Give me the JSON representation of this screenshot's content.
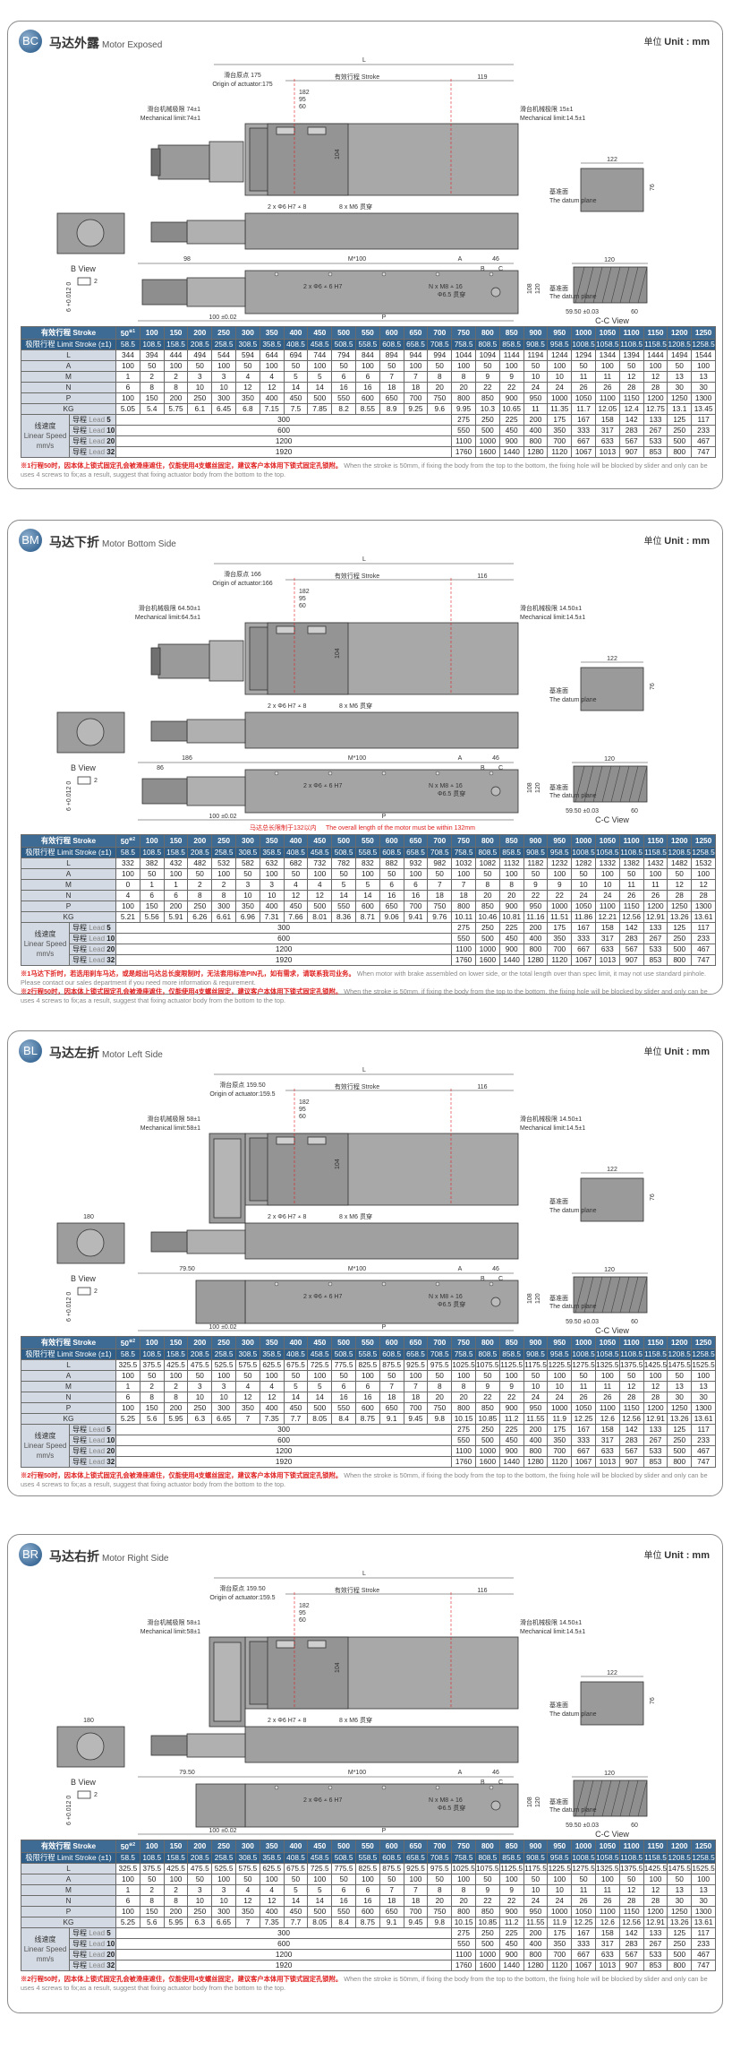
{
  "unit": {
    "cn": "单位",
    "en": "Unit : mm"
  },
  "common": {
    "stroke_label": "有效行程 Stroke",
    "limit_label": "极限行程 Limit Stroke (±1)",
    "row_labels": {
      "L": "L",
      "A": "A",
      "M": "M",
      "N": "N",
      "P": "P",
      "KG": "KG"
    },
    "strokes": [
      "50",
      "100",
      "150",
      "200",
      "250",
      "300",
      "350",
      "400",
      "450",
      "500",
      "550",
      "600",
      "650",
      "700",
      "750",
      "800",
      "850",
      "900",
      "950",
      "1000",
      "1050",
      "1100",
      "1150",
      "1200",
      "1250"
    ],
    "limit": [
      "58.5",
      "108.5",
      "158.5",
      "208.5",
      "258.5",
      "308.5",
      "358.5",
      "408.5",
      "458.5",
      "508.5",
      "558.5",
      "608.5",
      "658.5",
      "708.5",
      "758.5",
      "808.5",
      "858.5",
      "908.5",
      "958.5",
      "1008.5",
      "1058.5",
      "1108.5",
      "1158.5",
      "1208.5",
      "1258.5"
    ],
    "A": [
      "100",
      "50",
      "100",
      "50",
      "100",
      "50",
      "100",
      "50",
      "100",
      "50",
      "100",
      "50",
      "100",
      "50",
      "100",
      "50",
      "100",
      "50",
      "100",
      "50",
      "100",
      "50",
      "100",
      "50",
      "100"
    ],
    "P": [
      "100",
      "150",
      "200",
      "250",
      "300",
      "350",
      "400",
      "450",
      "500",
      "550",
      "600",
      "650",
      "700",
      "750",
      "800",
      "850",
      "900",
      "950",
      "1000",
      "1050",
      "1100",
      "1150",
      "1200",
      "1250",
      "1300"
    ],
    "speed": {
      "label_cn": "线速度",
      "label_en": "Linear Speed",
      "label_unit": "mm/s",
      "leads": [
        {
          "cn": "导程",
          "en": "Lead",
          "num": "5",
          "merged": "300",
          "values": [
            "275",
            "250",
            "225",
            "200",
            "175",
            "167",
            "158",
            "142",
            "133",
            "125",
            "117"
          ]
        },
        {
          "cn": "导程",
          "en": "Lead",
          "num": "10",
          "merged": "600",
          "values": [
            "550",
            "500",
            "450",
            "400",
            "350",
            "333",
            "317",
            "283",
            "267",
            "250",
            "233"
          ]
        },
        {
          "cn": "导程",
          "en": "Lead",
          "num": "20",
          "merged": "1200",
          "values": [
            "1100",
            "1000",
            "900",
            "800",
            "700",
            "667",
            "633",
            "567",
            "533",
            "500",
            "467"
          ]
        },
        {
          "cn": "导程",
          "en": "Lead",
          "num": "32",
          "merged": "1920",
          "values": [
            "1760",
            "1600",
            "1440",
            "1280",
            "1120",
            "1067",
            "1013",
            "907",
            "853",
            "800",
            "747"
          ]
        }
      ]
    },
    "drawing": {
      "L": "L",
      "stroke": "有效行程 Stroke",
      "d182": "182",
      "d95": "95",
      "d60": "60",
      "d104": "104",
      "datum_cn": "基准面",
      "datum_en": "The datum plane",
      "d122": "122",
      "d76": "76",
      "b_view": "B View",
      "cc_view": "C-C View",
      "d120": "120",
      "d108": "108",
      "d120v": "120",
      "m100": "M*100",
      "A": "A",
      "d46": "46",
      "B": "B",
      "C": "C",
      "nm8": "N x M8 ⩡ 16",
      "phi65": "Φ6.5 贯穿",
      "phi6": "2 x Φ6 ⩡ 6 H7",
      "phi6top": "2 x Φ6 H7 ⩡ 8",
      "m6": "8 x M6 贯穿",
      "d100": "100 ±0.02",
      "P": "P",
      "d5950": "59.50 ±0.03",
      "d60b": "60",
      "tol": "6 +0.012 0",
      "d2": "2",
      "d6": "6"
    },
    "note_blocked_cn": "行程50时，因本体上锁式固定孔会被滑座遮住，仅能使用4支螺丝固定，建议客户本体用下锁式固定孔锁附。",
    "note_blocked_en": "When the stroke is 50mm, if fixing the body from the top to the bottom, the fixing hole will be blocked by slider and only can be uses 4 screws to fix;as a result, suggest that fixing actuator body from the bottom to the top."
  },
  "sections": [
    {
      "code": "BC",
      "title_cn": "马达外露",
      "title_en": "Motor Exposed",
      "stroke_sup": "※1",
      "L": [
        "344",
        "394",
        "444",
        "494",
        "544",
        "594",
        "644",
        "694",
        "744",
        "794",
        "844",
        "894",
        "944",
        "994",
        "1044",
        "1094",
        "1144",
        "1194",
        "1244",
        "1294",
        "1344",
        "1394",
        "1444",
        "1494",
        "1544"
      ],
      "M": [
        "1",
        "2",
        "2",
        "3",
        "3",
        "4",
        "4",
        "5",
        "5",
        "6",
        "6",
        "7",
        "7",
        "8",
        "8",
        "9",
        "9",
        "10",
        "10",
        "11",
        "11",
        "12",
        "12",
        "13",
        "13"
      ],
      "N": [
        "6",
        "8",
        "8",
        "10",
        "10",
        "12",
        "12",
        "14",
        "14",
        "16",
        "16",
        "18",
        "18",
        "20",
        "20",
        "22",
        "22",
        "24",
        "24",
        "26",
        "26",
        "28",
        "28",
        "30",
        "30"
      ],
      "KG": [
        "5.05",
        "5.4",
        "5.75",
        "6.1",
        "6.45",
        "6.8",
        "7.15",
        "7.5",
        "7.85",
        "8.2",
        "8.55",
        "8.9",
        "9.25",
        "9.6",
        "9.95",
        "10.3",
        "10.65",
        "11",
        "11.35",
        "11.7",
        "12.05",
        "12.4",
        "12.75",
        "13.1",
        "13.45"
      ],
      "drawing": {
        "origin_cn": "滑台原点 175",
        "origin_en": "Origin of actuator:175",
        "right": "119",
        "mech_l_cn": "滑台机械极限 74±1",
        "mech_l_en": "Mechanical limit:74±1",
        "mech_r_cn": "滑台机械极限 15±1",
        "mech_r_en": "Mechanical limit:14.5±1",
        "front": "98"
      },
      "notes": [
        {
          "mark": "※1",
          "cn": "行程50时，因本体上锁式固定孔会被滑座遮住，仅能使用4支螺丝固定，建议客户本体用下锁式固定孔锁附。",
          "en": "When the stroke is 50mm, if fixing the body from the top to the bottom, the fixing hole will be blocked by slider and only can be uses 4 screws to fix;as a result, suggest that fixing actuator body from the bottom to the top."
        }
      ]
    },
    {
      "code": "BM",
      "title_cn": "马达下折",
      "title_en": "Motor Bottom Side",
      "stroke_sup": "※2",
      "L": [
        "332",
        "382",
        "432",
        "482",
        "532",
        "582",
        "632",
        "682",
        "732",
        "782",
        "832",
        "882",
        "932",
        "982",
        "1032",
        "1082",
        "1132",
        "1182",
        "1232",
        "1282",
        "1332",
        "1382",
        "1432",
        "1482",
        "1532"
      ],
      "M": [
        "0",
        "1",
        "1",
        "2",
        "2",
        "3",
        "3",
        "4",
        "4",
        "5",
        "5",
        "6",
        "6",
        "7",
        "7",
        "8",
        "8",
        "9",
        "9",
        "10",
        "10",
        "11",
        "11",
        "12",
        "12"
      ],
      "N": [
        "4",
        "6",
        "6",
        "8",
        "8",
        "10",
        "10",
        "12",
        "12",
        "14",
        "14",
        "16",
        "16",
        "18",
        "18",
        "20",
        "20",
        "22",
        "22",
        "24",
        "24",
        "26",
        "26",
        "28",
        "28"
      ],
      "KG": [
        "5.21",
        "5.56",
        "5.91",
        "6.26",
        "6.61",
        "6.96",
        "7.31",
        "7.66",
        "8.01",
        "8.36",
        "8.71",
        "9.06",
        "9.41",
        "9.76",
        "10.11",
        "10.46",
        "10.81",
        "11.16",
        "11.51",
        "11.86",
        "12.21",
        "12.56",
        "12.91",
        "13.26",
        "13.61"
      ],
      "drawing": {
        "origin_cn": "滑台原点 166",
        "origin_en": "Origin of actuator:166",
        "right": "116",
        "mech_l_cn": "滑台机械极限 64.50±1",
        "mech_l_en": "Mechanical limit:64.5±1",
        "mech_r_cn": "滑台机械极限 14.50±1",
        "mech_r_en": "Mechanical limit:14.5±1",
        "front": "186",
        "front2": "86",
        "red_cn": "马达总长限制于132以内",
        "red_en": "The overall length of the motor must be within 132mm"
      },
      "notes": [
        {
          "mark": "※1",
          "cn": "马达下折时，若选用刹车马达，或是超出马达总长度限制时，无法套用标准PIN孔，如有需求，请联系我司业务。",
          "en": "When motor with brake assembled on lower side, or the total length over than spec limit, it may not use standard pinhole. Please contact our sales department if you need more information & requirement."
        },
        {
          "mark": "※2",
          "cn": "行程50时，因本体上锁式固定孔会被滑座遮住，仅能使用4支螺丝固定，建议客户本体用下锁式固定孔锁附。",
          "en": "When the stroke is 50mm, if fixing the body from the top to the bottom, the fixing hole will be blocked by slider and only can be uses 4 screws to fix;as a result, suggest that fixing actuator body from the bottom to the top."
        }
      ]
    },
    {
      "code": "BL",
      "title_cn": "马达左折",
      "title_en": "Motor Left Side",
      "stroke_sup": "※2",
      "L": [
        "325.5",
        "375.5",
        "425.5",
        "475.5",
        "525.5",
        "575.5",
        "625.5",
        "675.5",
        "725.5",
        "775.5",
        "825.5",
        "875.5",
        "925.5",
        "975.5",
        "1025.5",
        "1075.5",
        "1125.5",
        "1175.5",
        "1225.5",
        "1275.5",
        "1325.5",
        "1375.5",
        "1425.5",
        "1475.5",
        "1525.5"
      ],
      "M": [
        "1",
        "2",
        "2",
        "3",
        "3",
        "4",
        "4",
        "5",
        "5",
        "6",
        "6",
        "7",
        "7",
        "8",
        "8",
        "9",
        "9",
        "10",
        "10",
        "11",
        "11",
        "12",
        "12",
        "13",
        "13"
      ],
      "N": [
        "6",
        "8",
        "8",
        "10",
        "10",
        "12",
        "12",
        "14",
        "14",
        "16",
        "16",
        "18",
        "18",
        "20",
        "20",
        "22",
        "22",
        "24",
        "24",
        "26",
        "26",
        "28",
        "28",
        "30",
        "30"
      ],
      "KG": [
        "5.25",
        "5.6",
        "5.95",
        "6.3",
        "6.65",
        "7",
        "7.35",
        "7.7",
        "8.05",
        "8.4",
        "8.75",
        "9.1",
        "9.45",
        "9.8",
        "10.15",
        "10.85",
        "11.2",
        "11.55",
        "11.9",
        "12.25",
        "12.6",
        "12.56",
        "12.91",
        "13.26",
        "13.61"
      ],
      "drawing": {
        "origin_cn": "滑台原点 159.50",
        "origin_en": "Origin of actuator:159.5",
        "right": "116",
        "mech_l_cn": "滑台机械极限 58±1",
        "mech_l_en": "Mechanical limit:58±1",
        "mech_r_cn": "滑台机械极限 14.50±1",
        "mech_r_en": "Mechanical limit:14.5±1",
        "front": "79.50",
        "side": "180"
      },
      "notes": [
        {
          "mark": "※2",
          "cn": "行程50时，因本体上锁式固定孔会被滑座遮住，仅能使用4支螺丝固定，建议客户本体用下锁式固定孔锁附。",
          "en": "When the stroke is 50mm, if fixing the body from the top to the bottom, the fixing hole will be blocked by slider and only can be uses 4 screws to fix;as a result, suggest that fixing actuator body from the bottom to the top."
        }
      ]
    },
    {
      "code": "BR",
      "title_cn": "马达右折",
      "title_en": "Motor Right Side",
      "stroke_sup": "※2",
      "L": [
        "325.5",
        "375.5",
        "425.5",
        "475.5",
        "525.5",
        "575.5",
        "625.5",
        "675.5",
        "725.5",
        "775.5",
        "825.5",
        "875.5",
        "925.5",
        "975.5",
        "1025.5",
        "1075.5",
        "1125.5",
        "1175.5",
        "1225.5",
        "1275.5",
        "1325.5",
        "1375.5",
        "1425.5",
        "1475.5",
        "1525.5"
      ],
      "M": [
        "1",
        "2",
        "2",
        "3",
        "3",
        "4",
        "4",
        "5",
        "5",
        "6",
        "6",
        "7",
        "7",
        "8",
        "8",
        "9",
        "9",
        "10",
        "10",
        "11",
        "11",
        "12",
        "12",
        "13",
        "13"
      ],
      "N": [
        "6",
        "8",
        "8",
        "10",
        "10",
        "12",
        "12",
        "14",
        "14",
        "16",
        "16",
        "18",
        "18",
        "20",
        "20",
        "22",
        "22",
        "24",
        "24",
        "26",
        "26",
        "28",
        "28",
        "30",
        "30"
      ],
      "KG": [
        "5.25",
        "5.6",
        "5.95",
        "6.3",
        "6.65",
        "7",
        "7.35",
        "7.7",
        "8.05",
        "8.4",
        "8.75",
        "9.1",
        "9.45",
        "9.8",
        "10.15",
        "10.85",
        "11.2",
        "11.55",
        "11.9",
        "12.25",
        "12.6",
        "12.56",
        "12.91",
        "13.26",
        "13.61"
      ],
      "drawing": {
        "origin_cn": "滑台原点 159.50",
        "origin_en": "Origin of actuator:159.5",
        "right": "116",
        "mech_l_cn": "滑台机械极限 58±1",
        "mech_l_en": "Mechanical limit:58±1",
        "mech_r_cn": "滑台机械极限 14.50±1",
        "mech_r_en": "Mechanical limit:14.5±1",
        "front": "79.50",
        "side": "180"
      },
      "notes": [
        {
          "mark": "※2",
          "cn": "行程50时，因本体上锁式固定孔会被滑座遮住，仅能使用4支螺丝固定，建议客户本体用下锁式固定孔锁附。",
          "en": "When the stroke is 50mm, if fixing the body from the top to the bottom, the fixing hole will be blocked by slider and only can be uses 4 screws to fix;as a result, suggest that fixing actuator body from the bottom to the top."
        }
      ]
    }
  ]
}
